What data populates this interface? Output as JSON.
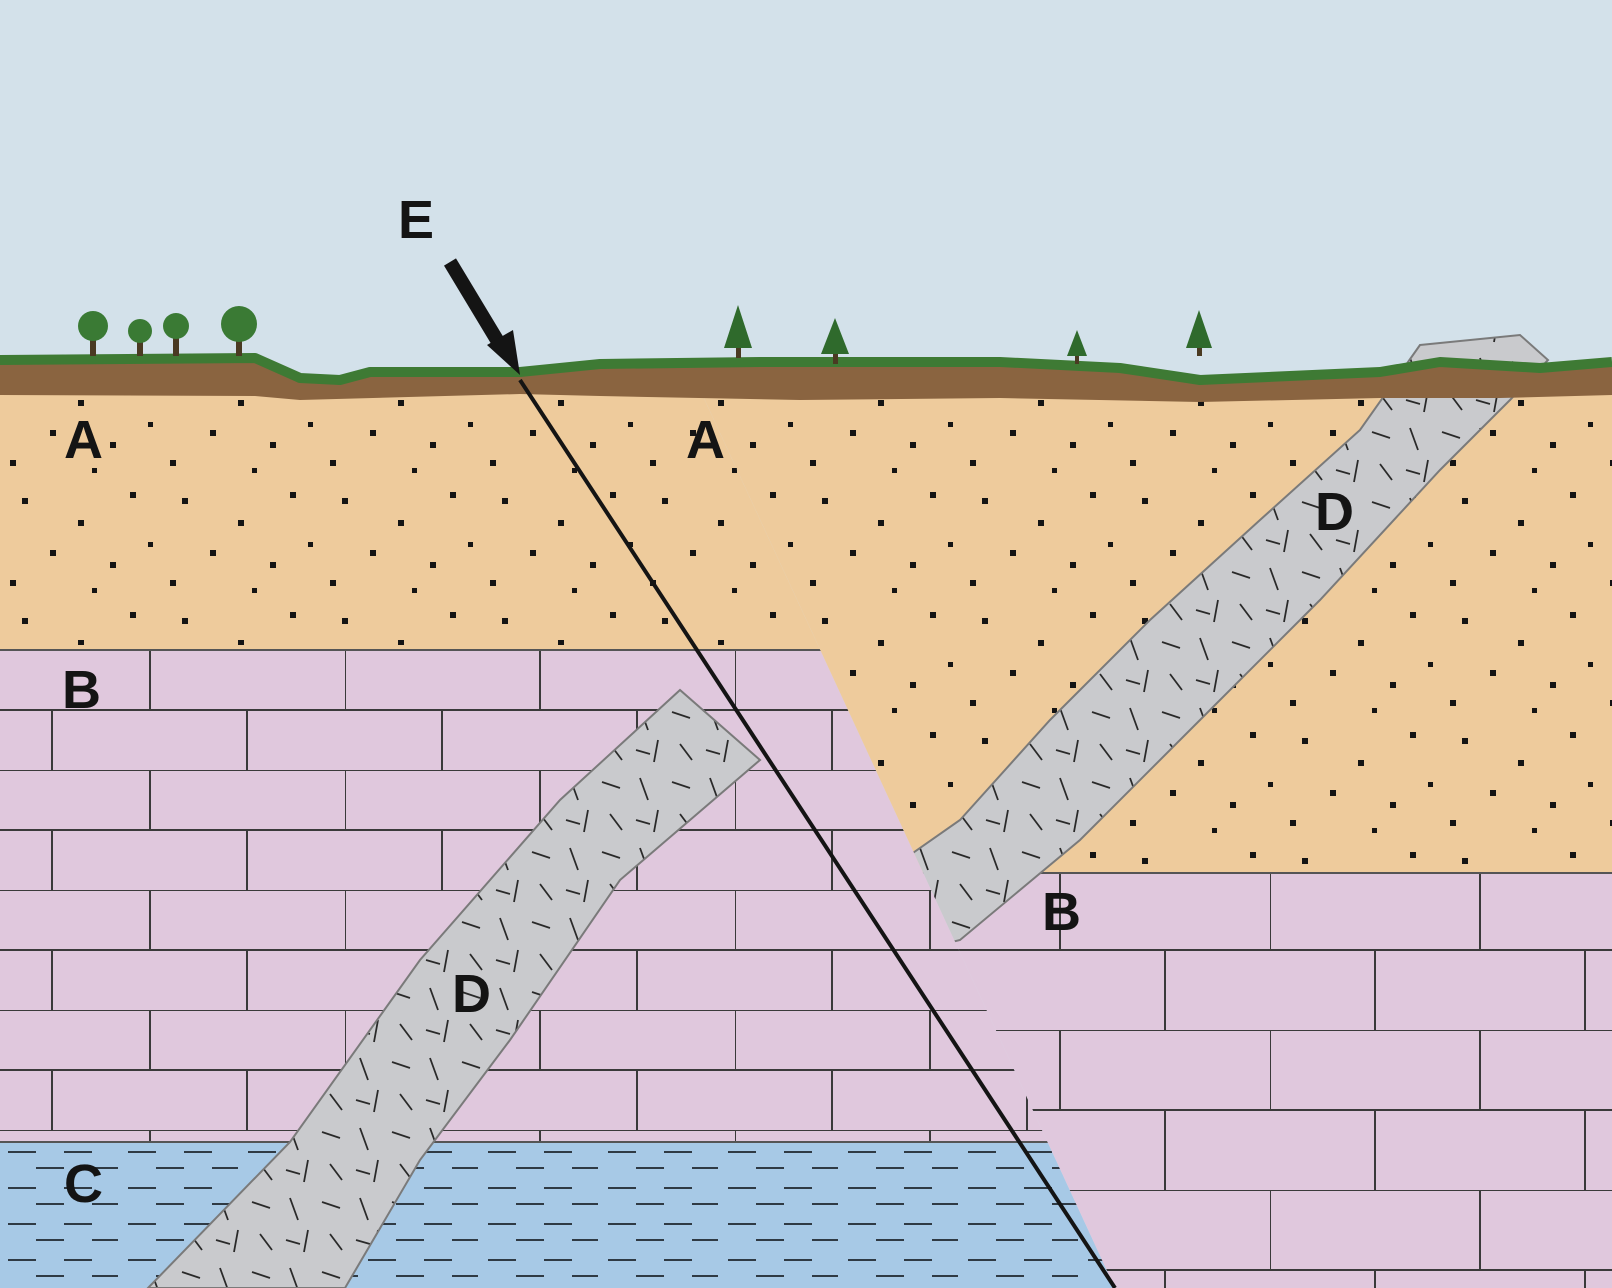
{
  "labels": {
    "a_left": "A",
    "a_right": "A",
    "b_left": "B",
    "b_right": "B",
    "c_left": "C",
    "d_lower": "D",
    "d_upper": "D",
    "e_fault": "E"
  },
  "colors": {
    "sky": "#d3e1ea",
    "grass": "#3e7a34",
    "soil": "#8a6440",
    "sandstone": "#eecb9c",
    "limestone": "#e0c8dd",
    "shale": "#a7c9e6",
    "dike": "#c9cacd",
    "ink": "#141414"
  },
  "icons": {
    "tree_deciduous": "deciduous-tree-icon",
    "tree_conifer": "conifer-tree-icon",
    "arrow": "arrow-icon"
  }
}
